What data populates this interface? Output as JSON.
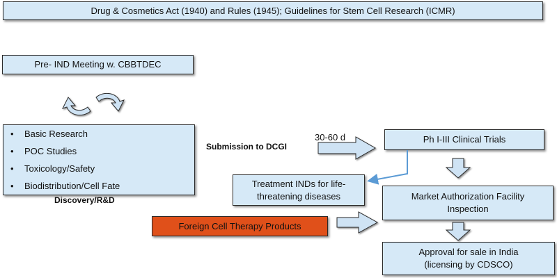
{
  "header": {
    "title": "Drug & Cosmetics Act (1940) and Rules (1945); Guidelines for Stem Cell Research (ICMR)"
  },
  "pre_ind": {
    "label": "Pre- IND Meeting w. CBBTDEC"
  },
  "discovery": {
    "items": [
      "Basic Research",
      "POC Studies",
      "Toxicology/Safety",
      "Biodistribution/Cell Fate"
    ],
    "label": "Discovery/R&D"
  },
  "submission": {
    "label": "Submission to DCGI",
    "duration": "30-60 d"
  },
  "clinical": {
    "label": "Ph I-III Clinical Trials"
  },
  "treatment": {
    "line1": "Treatment INDs for life-",
    "line2": "threatening diseases"
  },
  "market": {
    "line1": "Market Authorization Facility",
    "line2": "Inspection"
  },
  "foreign": {
    "label": "Foreign Cell Therapy Products"
  },
  "approval": {
    "line1": "Approval for sale in India",
    "line2": "(licensing by CDSCO)"
  },
  "colors": {
    "box_fill": "#d6e9f7",
    "foreign_fill": "#e0501a",
    "arrow_fill": "#cfe3f4",
    "connector": "#5b9bd5"
  },
  "icons": [
    "cycle-arrows-icon",
    "block-arrow-right-icon",
    "block-arrow-down-icon"
  ]
}
